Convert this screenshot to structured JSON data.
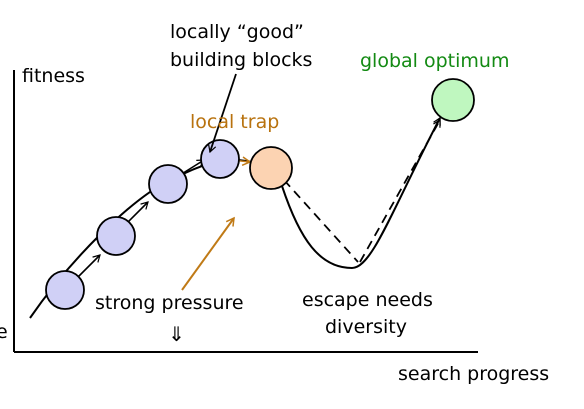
{
  "axes": {
    "y_label": "fitness",
    "x_label": "search progress",
    "left_edge_fragment": "e"
  },
  "labels": {
    "building_blocks_line1": "locally “good”",
    "building_blocks_line2": "building blocks",
    "global_optimum": "global optimum",
    "local_trap": "local trap",
    "strong_pressure": "strong pressure",
    "pressure_arrow_symbol": "⇓",
    "escape_line1": "escape needs",
    "escape_line2": "diversity"
  },
  "colors": {
    "axis": "#000000",
    "node_blue_fill": "#d0d0f6",
    "local_trap_fill": "#fcd3b2",
    "local_trap_text": "#b8720e",
    "global_fill": "#bff7bf",
    "global_text": "#138a13",
    "pressure_arrow": "#c07a16"
  }
}
